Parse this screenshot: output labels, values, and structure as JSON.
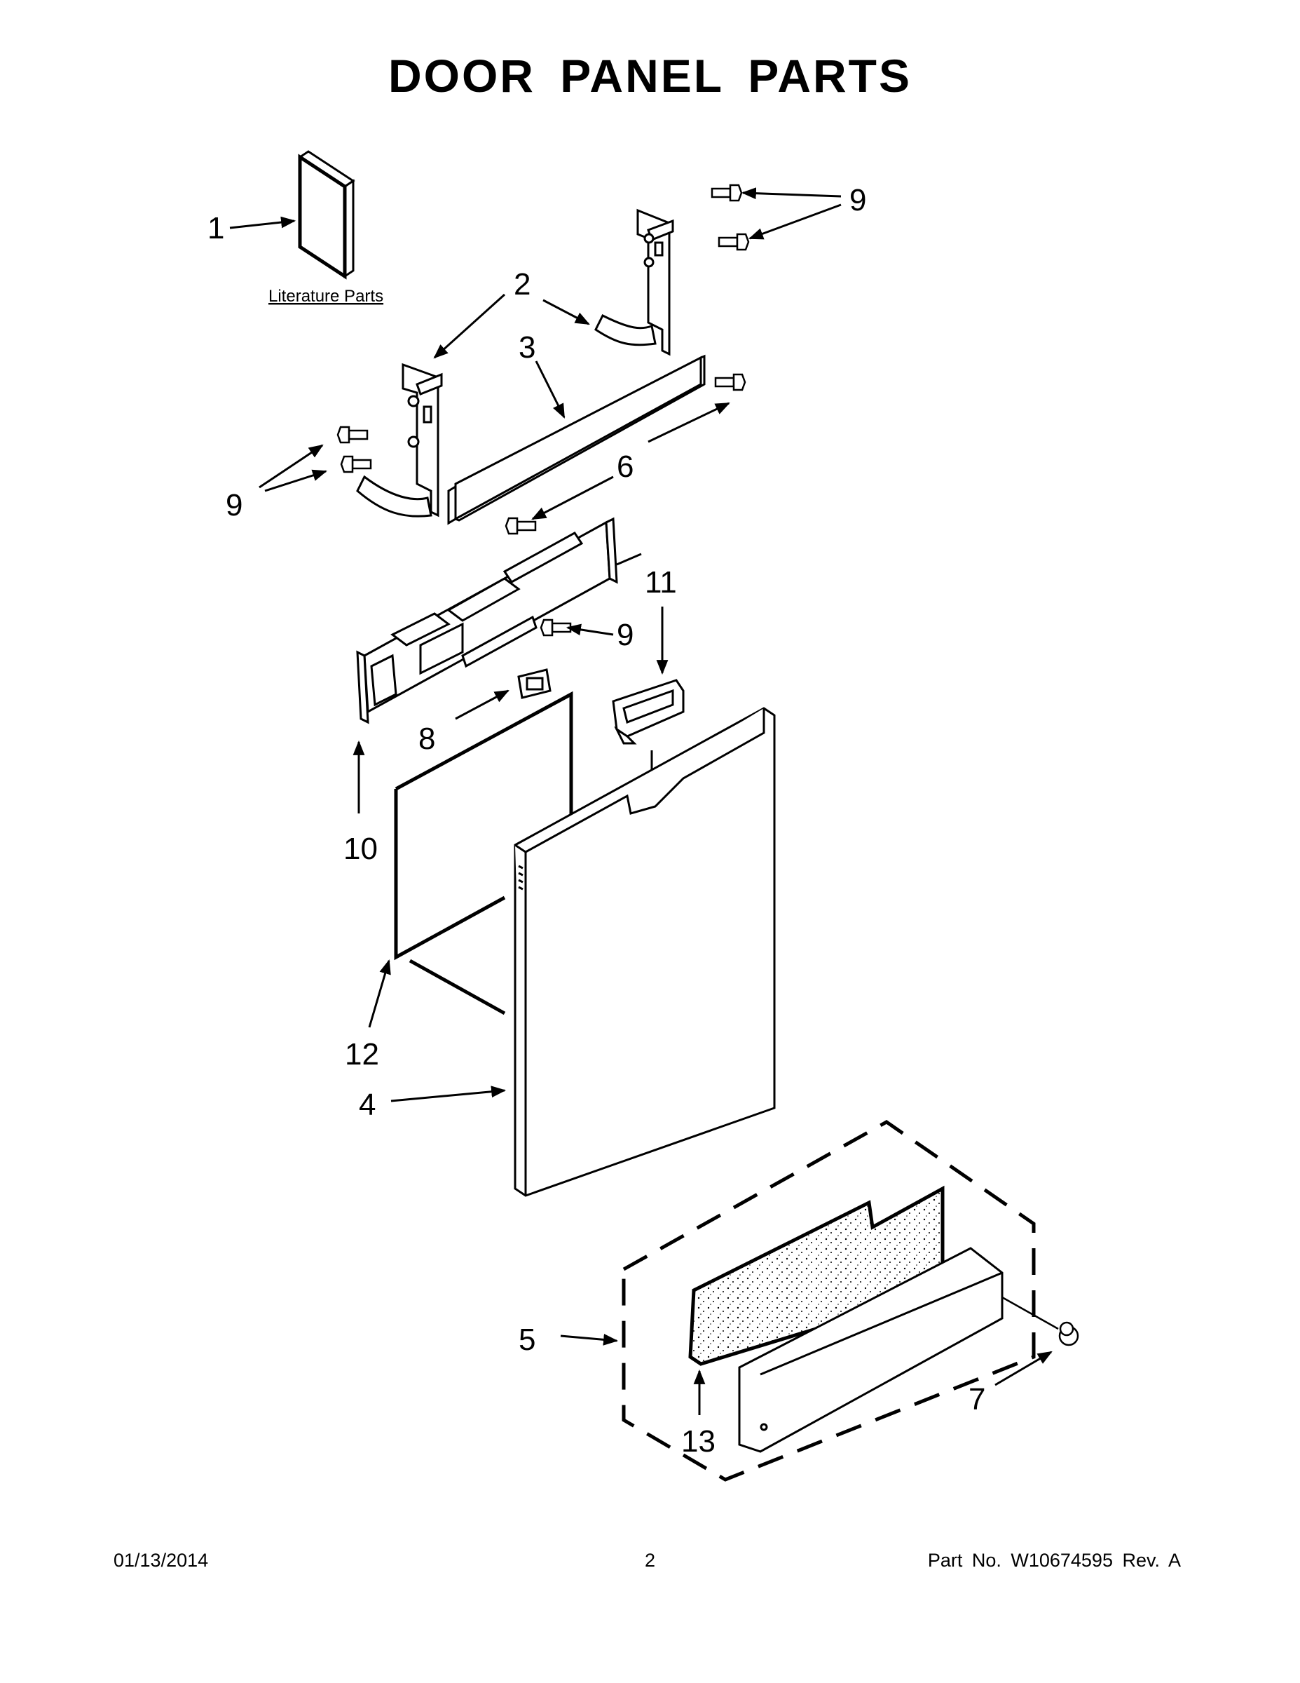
{
  "title": "DOOR PANEL PARTS",
  "literature_label": "Literature Parts",
  "callouts": {
    "c1": "1",
    "c2": "2",
    "c3": "3",
    "c4": "4",
    "c5": "5",
    "c6": "6",
    "c7": "7",
    "c8": "8",
    "c9": "9",
    "c10": "10",
    "c11": "11",
    "c12": "12",
    "c13": "13"
  },
  "footer": {
    "date": "01/13/2014",
    "page": "2",
    "part_number": "Part No.  W10674595  Rev.  A"
  }
}
